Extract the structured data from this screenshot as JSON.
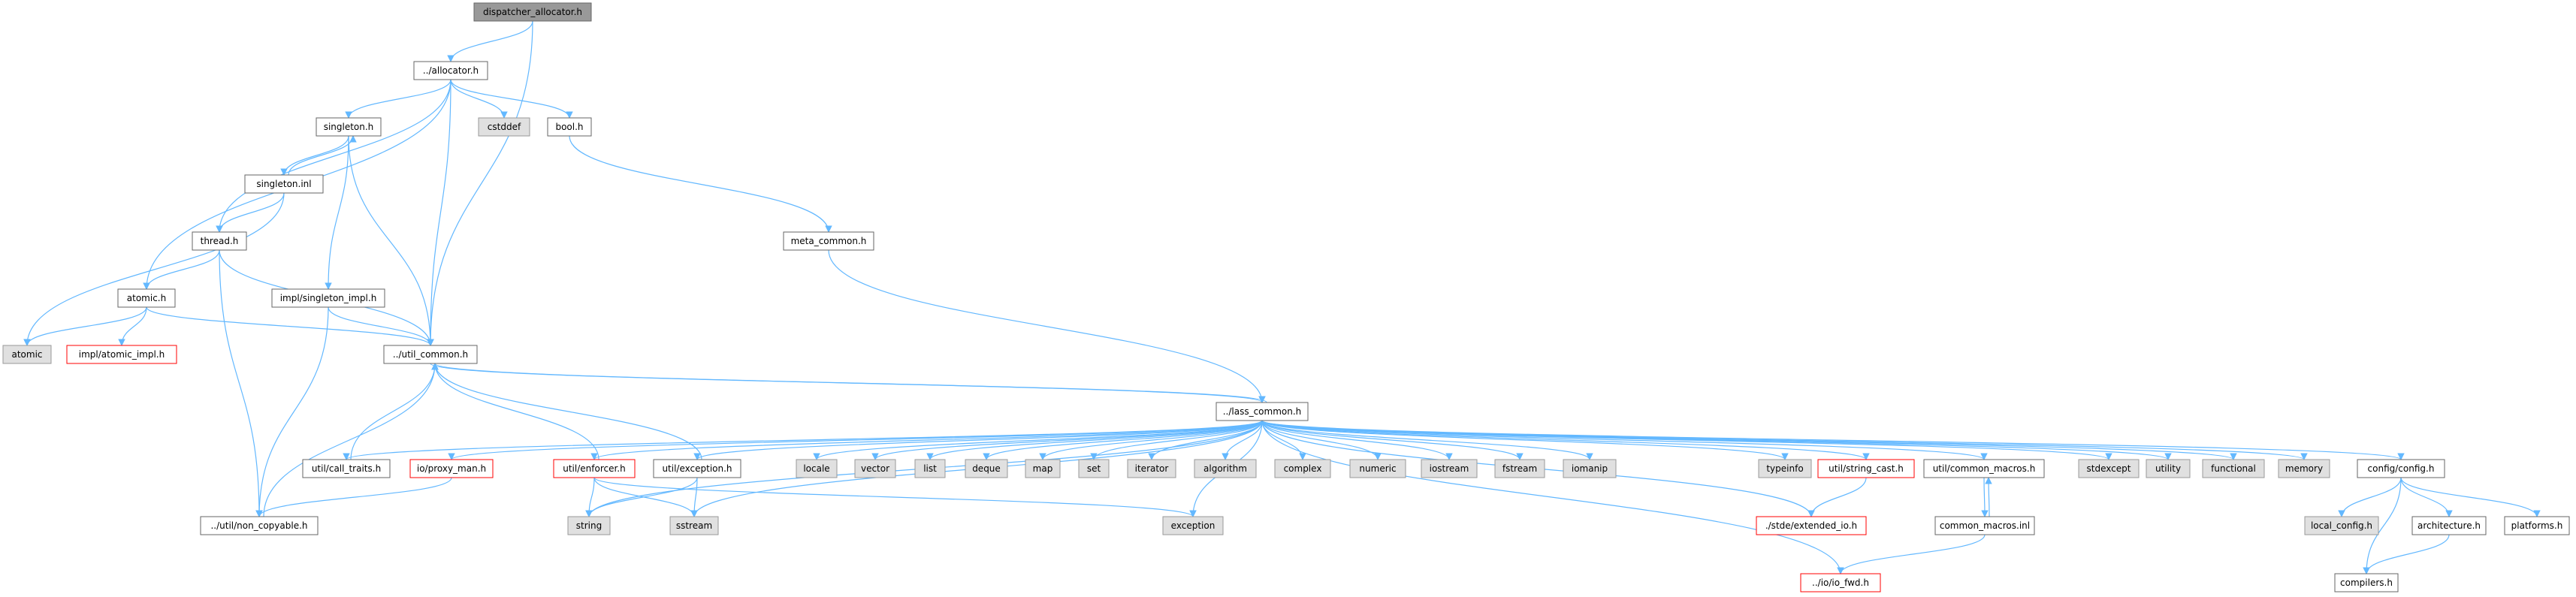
{
  "diagram": {
    "colors": {
      "edge": "#63b8ff",
      "node_fill": "#ffffff",
      "node_border": "#666666",
      "root_fill": "#999999",
      "root_border": "#666666",
      "system_fill": "#e0e0e0",
      "system_border": "#999999",
      "missing_fill": "#ffffff",
      "missing_border": "#ff0000",
      "text": "#000000"
    },
    "nodes": [
      {
        "id": "dispatcher",
        "label": "dispatcher_allocator.h",
        "style": "root"
      },
      {
        "id": "allocator",
        "label": "../allocator.h",
        "style": "normal"
      },
      {
        "id": "singleton_h",
        "label": "singleton.h",
        "style": "normal"
      },
      {
        "id": "cstddef",
        "label": "cstddef",
        "style": "system"
      },
      {
        "id": "bool_h",
        "label": "bool.h",
        "style": "normal"
      },
      {
        "id": "singleton_inl",
        "label": "singleton.inl",
        "style": "normal"
      },
      {
        "id": "thread_h",
        "label": "thread.h",
        "style": "normal"
      },
      {
        "id": "meta_common",
        "label": "meta_common.h",
        "style": "normal"
      },
      {
        "id": "atomic_h",
        "label": "atomic.h",
        "style": "normal"
      },
      {
        "id": "singleton_impl",
        "label": "impl/singleton_impl.h",
        "style": "normal"
      },
      {
        "id": "atomic",
        "label": "atomic",
        "style": "system"
      },
      {
        "id": "atomic_impl",
        "label": "impl/atomic_impl.h",
        "style": "missing"
      },
      {
        "id": "util_common",
        "label": "../util_common.h",
        "style": "normal"
      },
      {
        "id": "lass_common",
        "label": "../lass_common.h",
        "style": "normal"
      },
      {
        "id": "call_traits",
        "label": "util/call_traits.h",
        "style": "normal"
      },
      {
        "id": "proxy_man",
        "label": "io/proxy_man.h",
        "style": "missing"
      },
      {
        "id": "enforcer",
        "label": "util/enforcer.h",
        "style": "missing"
      },
      {
        "id": "exception_h",
        "label": "util/exception.h",
        "style": "normal"
      },
      {
        "id": "locale",
        "label": "locale",
        "style": "system"
      },
      {
        "id": "vector",
        "label": "vector",
        "style": "system"
      },
      {
        "id": "list",
        "label": "list",
        "style": "system"
      },
      {
        "id": "deque",
        "label": "deque",
        "style": "system"
      },
      {
        "id": "map",
        "label": "map",
        "style": "system"
      },
      {
        "id": "set",
        "label": "set",
        "style": "system"
      },
      {
        "id": "iterator",
        "label": "iterator",
        "style": "system"
      },
      {
        "id": "algorithm",
        "label": "algorithm",
        "style": "system"
      },
      {
        "id": "complex",
        "label": "complex",
        "style": "system"
      },
      {
        "id": "numeric",
        "label": "numeric",
        "style": "system"
      },
      {
        "id": "iostream",
        "label": "iostream",
        "style": "system"
      },
      {
        "id": "fstream",
        "label": "fstream",
        "style": "system"
      },
      {
        "id": "iomanip",
        "label": "iomanip",
        "style": "system"
      },
      {
        "id": "typeinfo",
        "label": "typeinfo",
        "style": "system"
      },
      {
        "id": "string_cast",
        "label": "util/string_cast.h",
        "style": "missing"
      },
      {
        "id": "common_macros_h",
        "label": "util/common_macros.h",
        "style": "normal"
      },
      {
        "id": "stdexcept",
        "label": "stdexcept",
        "style": "system"
      },
      {
        "id": "utility",
        "label": "utility",
        "style": "system"
      },
      {
        "id": "functional",
        "label": "functional",
        "style": "system"
      },
      {
        "id": "memory",
        "label": "memory",
        "style": "system"
      },
      {
        "id": "config_h",
        "label": "config/config.h",
        "style": "normal"
      },
      {
        "id": "non_copyable",
        "label": "../util/non_copyable.h",
        "style": "normal"
      },
      {
        "id": "string",
        "label": "string",
        "style": "system"
      },
      {
        "id": "sstream",
        "label": "sstream",
        "style": "system"
      },
      {
        "id": "exception",
        "label": "exception",
        "style": "system"
      },
      {
        "id": "extended_io",
        "label": "./stde/extended_io.h",
        "style": "missing"
      },
      {
        "id": "common_macros_inl",
        "label": "common_macros.inl",
        "style": "normal"
      },
      {
        "id": "local_config",
        "label": "local_config.h",
        "style": "system"
      },
      {
        "id": "architecture",
        "label": "architecture.h",
        "style": "normal"
      },
      {
        "id": "platforms",
        "label": "platforms.h",
        "style": "normal"
      },
      {
        "id": "io_fwd",
        "label": "../io/io_fwd.h",
        "style": "missing"
      },
      {
        "id": "compilers",
        "label": "compilers.h",
        "style": "normal"
      }
    ],
    "edges": [
      [
        "dispatcher",
        "allocator"
      ],
      [
        "dispatcher",
        "util_common"
      ],
      [
        "allocator",
        "singleton_h"
      ],
      [
        "allocator",
        "cstddef"
      ],
      [
        "allocator",
        "bool_h"
      ],
      [
        "allocator",
        "thread_h"
      ],
      [
        "allocator",
        "atomic_h"
      ],
      [
        "allocator",
        "util_common"
      ],
      [
        "singleton_h",
        "singleton_inl"
      ],
      [
        "singleton_inl",
        "singleton_h"
      ],
      [
        "singleton_h",
        "singleton_impl"
      ],
      [
        "singleton_h",
        "util_common"
      ],
      [
        "singleton_inl",
        "thread_h"
      ],
      [
        "singleton_inl",
        "atomic"
      ],
      [
        "bool_h",
        "meta_common"
      ],
      [
        "meta_common",
        "lass_common"
      ],
      [
        "thread_h",
        "atomic_h"
      ],
      [
        "thread_h",
        "util_common"
      ],
      [
        "thread_h",
        "non_copyable"
      ],
      [
        "atomic_h",
        "atomic"
      ],
      [
        "atomic_h",
        "atomic_impl"
      ],
      [
        "atomic_h",
        "util_common"
      ],
      [
        "singleton_impl",
        "util_common"
      ],
      [
        "singleton_impl",
        "non_copyable"
      ],
      [
        "util_common",
        "lass_common"
      ],
      [
        "lass_common",
        "util_common"
      ],
      [
        "lass_common",
        "call_traits"
      ],
      [
        "lass_common",
        "proxy_man"
      ],
      [
        "lass_common",
        "enforcer"
      ],
      [
        "lass_common",
        "exception_h"
      ],
      [
        "lass_common",
        "locale"
      ],
      [
        "lass_common",
        "vector"
      ],
      [
        "lass_common",
        "list"
      ],
      [
        "lass_common",
        "deque"
      ],
      [
        "lass_common",
        "map"
      ],
      [
        "lass_common",
        "set"
      ],
      [
        "lass_common",
        "iterator"
      ],
      [
        "lass_common",
        "algorithm"
      ],
      [
        "lass_common",
        "complex"
      ],
      [
        "lass_common",
        "numeric"
      ],
      [
        "lass_common",
        "iostream"
      ],
      [
        "lass_common",
        "fstream"
      ],
      [
        "lass_common",
        "iomanip"
      ],
      [
        "lass_common",
        "typeinfo"
      ],
      [
        "lass_common",
        "string_cast"
      ],
      [
        "lass_common",
        "common_macros_h"
      ],
      [
        "lass_common",
        "stdexcept"
      ],
      [
        "lass_common",
        "utility"
      ],
      [
        "lass_common",
        "functional"
      ],
      [
        "lass_common",
        "memory"
      ],
      [
        "lass_common",
        "config_h"
      ],
      [
        "lass_common",
        "string"
      ],
      [
        "lass_common",
        "sstream"
      ],
      [
        "lass_common",
        "exception"
      ],
      [
        "lass_common",
        "extended_io"
      ],
      [
        "lass_common",
        "io_fwd"
      ],
      [
        "call_traits",
        "util_common"
      ],
      [
        "non_copyable",
        "util_common"
      ],
      [
        "proxy_man",
        "non_copyable"
      ],
      [
        "enforcer",
        "util_common"
      ],
      [
        "enforcer",
        "string"
      ],
      [
        "enforcer",
        "sstream"
      ],
      [
        "enforcer",
        "exception"
      ],
      [
        "exception_h",
        "util_common"
      ],
      [
        "exception_h",
        "string"
      ],
      [
        "exception_h",
        "sstream"
      ],
      [
        "string_cast",
        "extended_io"
      ],
      [
        "common_macros_h",
        "common_macros_inl"
      ],
      [
        "common_macros_inl",
        "common_macros_h"
      ],
      [
        "common_macros_inl",
        "io_fwd"
      ],
      [
        "config_h",
        "local_config"
      ],
      [
        "config_h",
        "compilers"
      ],
      [
        "config_h",
        "architecture"
      ],
      [
        "config_h",
        "platforms"
      ],
      [
        "architecture",
        "compilers"
      ]
    ]
  }
}
